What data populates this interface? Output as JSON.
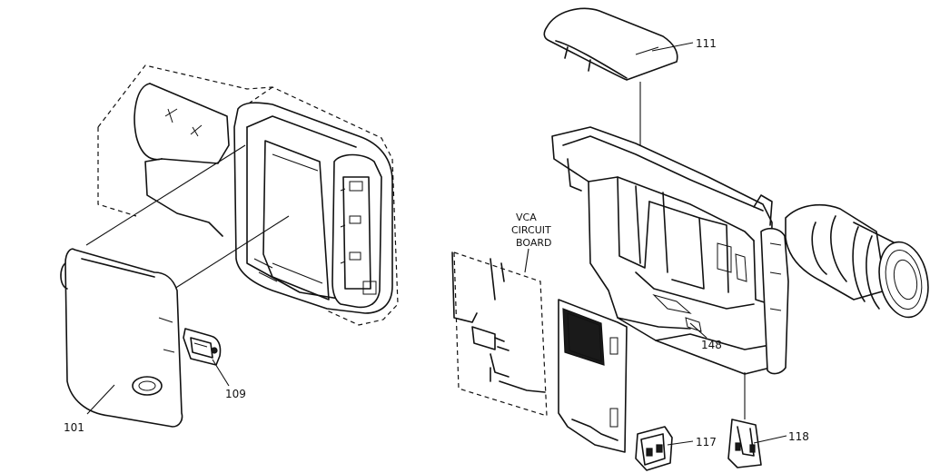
{
  "diagram": {
    "callouts": [
      {
        "id": "101",
        "text": "101"
      },
      {
        "id": "109",
        "text": "109"
      },
      {
        "id": "111",
        "text": "111"
      },
      {
        "id": "117",
        "text": "117"
      },
      {
        "id": "118",
        "text": "118"
      },
      {
        "id": "148",
        "text": "148"
      }
    ],
    "board_label": [
      "VCA",
      "CIRCUIT",
      "BOARD"
    ]
  }
}
